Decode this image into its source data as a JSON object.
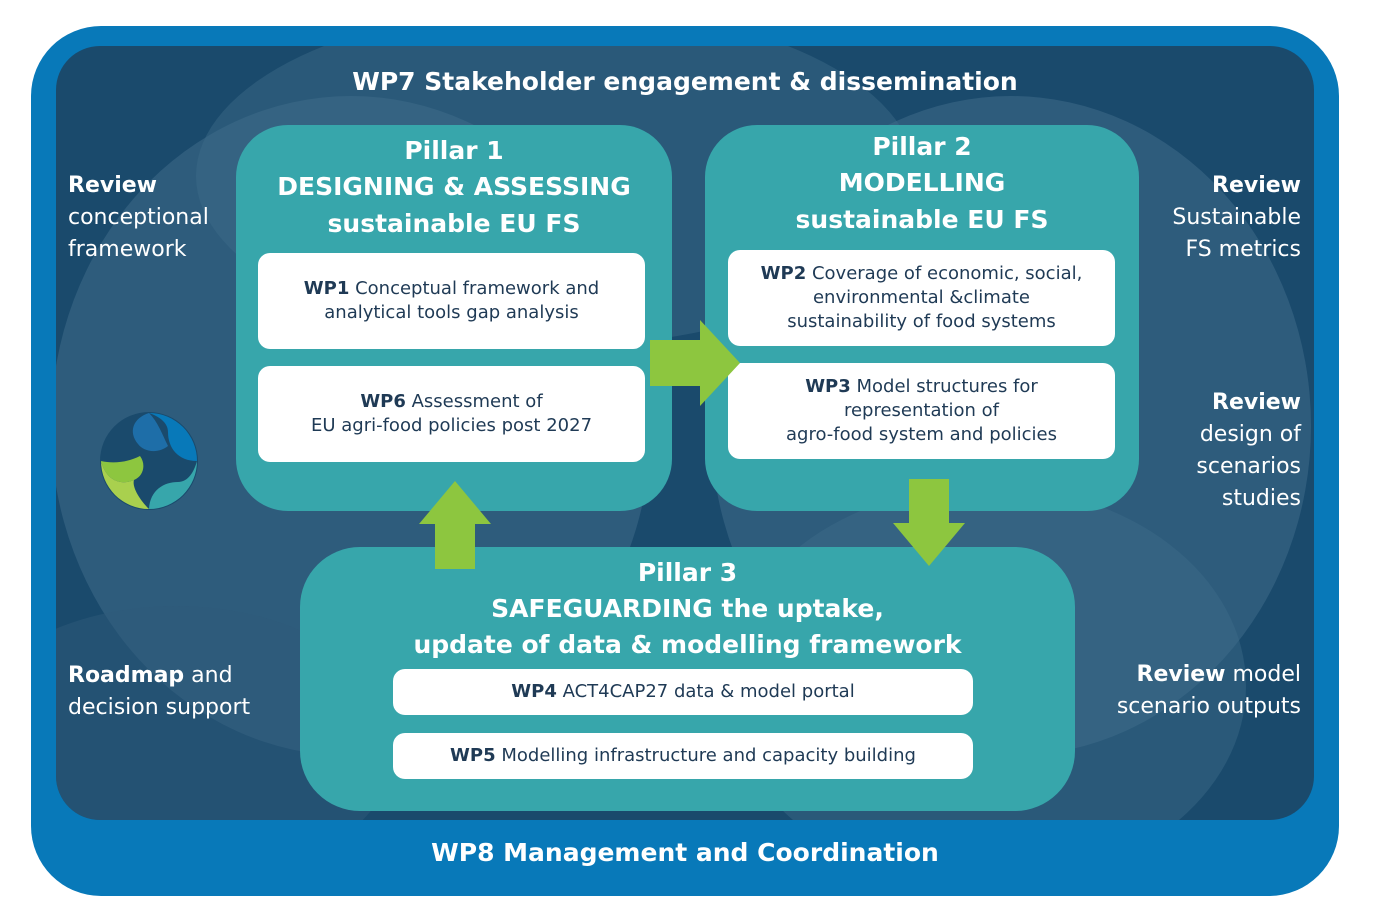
{
  "wp7": {
    "label": "WP7 Stakeholder engagement & dissemination"
  },
  "wp8": {
    "label": "WP8 Management and Coordination"
  },
  "pillar1": {
    "heading": "Pillar 1",
    "line1": "DESIGNING  &  ASSESSING",
    "line2": "sustainable EU FS",
    "wp1": {
      "code": "WP1",
      "text1": " Conceptual framework and",
      "text2": "analytical tools gap analysis"
    },
    "wp6": {
      "code": "WP6",
      "text1": " Assessment of",
      "text2": "EU agri-food policies post 2027"
    }
  },
  "pillar2": {
    "heading": "Pillar 2",
    "line1": "MODELLING",
    "line2": "sustainable EU FS",
    "wp2": {
      "code": "WP2",
      "text1": " Coverage of economic, social,",
      "text2": "environmental &climate",
      "text3": "sustainability of food systems"
    },
    "wp3": {
      "code": "WP3",
      "text1": " Model structures for",
      "text2": "representation of",
      "text3": "agro-food system and policies"
    }
  },
  "pillar3": {
    "heading": "Pillar 3",
    "line1": "SAFEGUARDING the uptake,",
    "line2": "update of data & modelling framework",
    "wp4": {
      "code": "WP4",
      "text1": " ACT4CAP27 data & model portal"
    },
    "wp5": {
      "code": "WP5",
      "text1": " Modelling infrastructure and capacity building"
    }
  },
  "left": {
    "review1": {
      "bold": "Review",
      "l2": "conceptional",
      "l3": "framework"
    },
    "roadmap": {
      "bold": "Roadmap",
      "rest": " and",
      "l2": "decision support"
    }
  },
  "right": {
    "review1": {
      "bold": "Review",
      "l2": "Sustainable",
      "l3": "FS metrics"
    },
    "review2": {
      "bold": "Review",
      "l2": "design of",
      "l3": "scenarios",
      "l4": "studies"
    },
    "review3": {
      "bold": "Review",
      "rest": " model",
      "l2": "scenario outputs"
    }
  },
  "colors": {
    "outer": "#0879b9",
    "inner": "#1a4a6c",
    "pillar": "#37a6ab",
    "arrow": "#8dc63f"
  }
}
